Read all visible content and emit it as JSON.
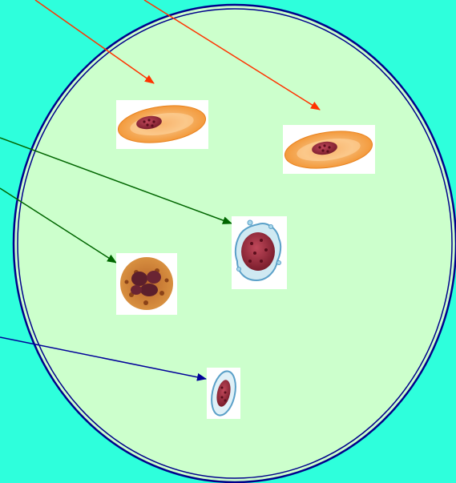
{
  "colors": {
    "background": "#2effdc",
    "circle_fill": "#ccffcc",
    "circle_stroke": "#00008b",
    "arrow_orange": "#ff3300",
    "arrow_green": "#006600",
    "arrow_blue": "#000099",
    "card_fill": "#ffffff",
    "erythrocyte_body": "#f4a64f",
    "erythrocyte_rim": "#ffd9a6",
    "nucleus": "#9b2d3a",
    "nucleus_dots": "#5b0e1c",
    "granulocyte_cytoplasm": "#c06a25",
    "granulocyte_nuclei": "#5c1f2c",
    "thrombocyte_halo": "#a9d7ea",
    "thrombocyte_rim": "#5aa0c8"
  },
  "cells": [
    {
      "name": "erythrocyte-cell-1",
      "kind": "erythrocyte"
    },
    {
      "name": "erythrocyte-cell-2",
      "kind": "erythrocyte"
    },
    {
      "name": "lymphocyte-cell",
      "kind": "lymphocyte"
    },
    {
      "name": "granulocyte-cell",
      "kind": "granulocyte"
    },
    {
      "name": "thrombocyte-cell",
      "kind": "thrombocyte"
    }
  ]
}
